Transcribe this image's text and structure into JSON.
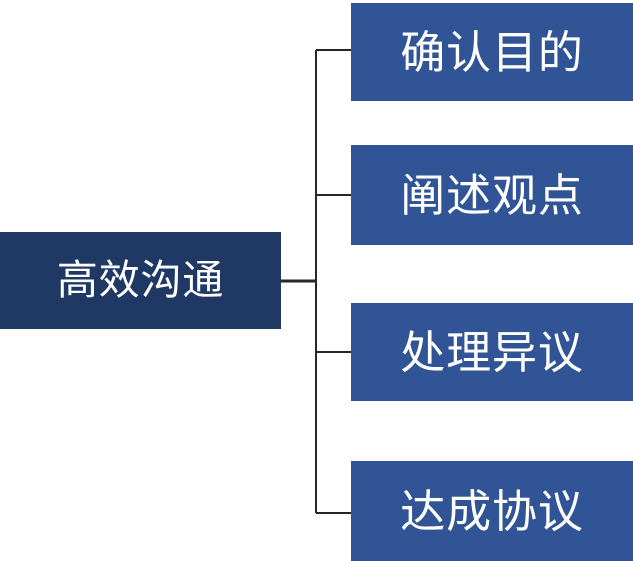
{
  "diagram": {
    "type": "horizontal-hierarchy",
    "orientation": "left-to-right",
    "background_color": "#FFFFFF",
    "connector_color": "#262626",
    "root": {
      "label": "高效沟通",
      "fill_color": "#1F3864",
      "text_color": "#FFFFFF"
    },
    "branches": [
      {
        "label": "确认目的",
        "fill_color": "#305496",
        "text_color": "#FFFFFF"
      },
      {
        "label": "阐述观点",
        "fill_color": "#305496",
        "text_color": "#FFFFFF"
      },
      {
        "label": "处理异议",
        "fill_color": "#305496",
        "text_color": "#FFFFFF"
      },
      {
        "label": "达成协议",
        "fill_color": "#305496",
        "text_color": "#FFFFFF"
      }
    ]
  }
}
